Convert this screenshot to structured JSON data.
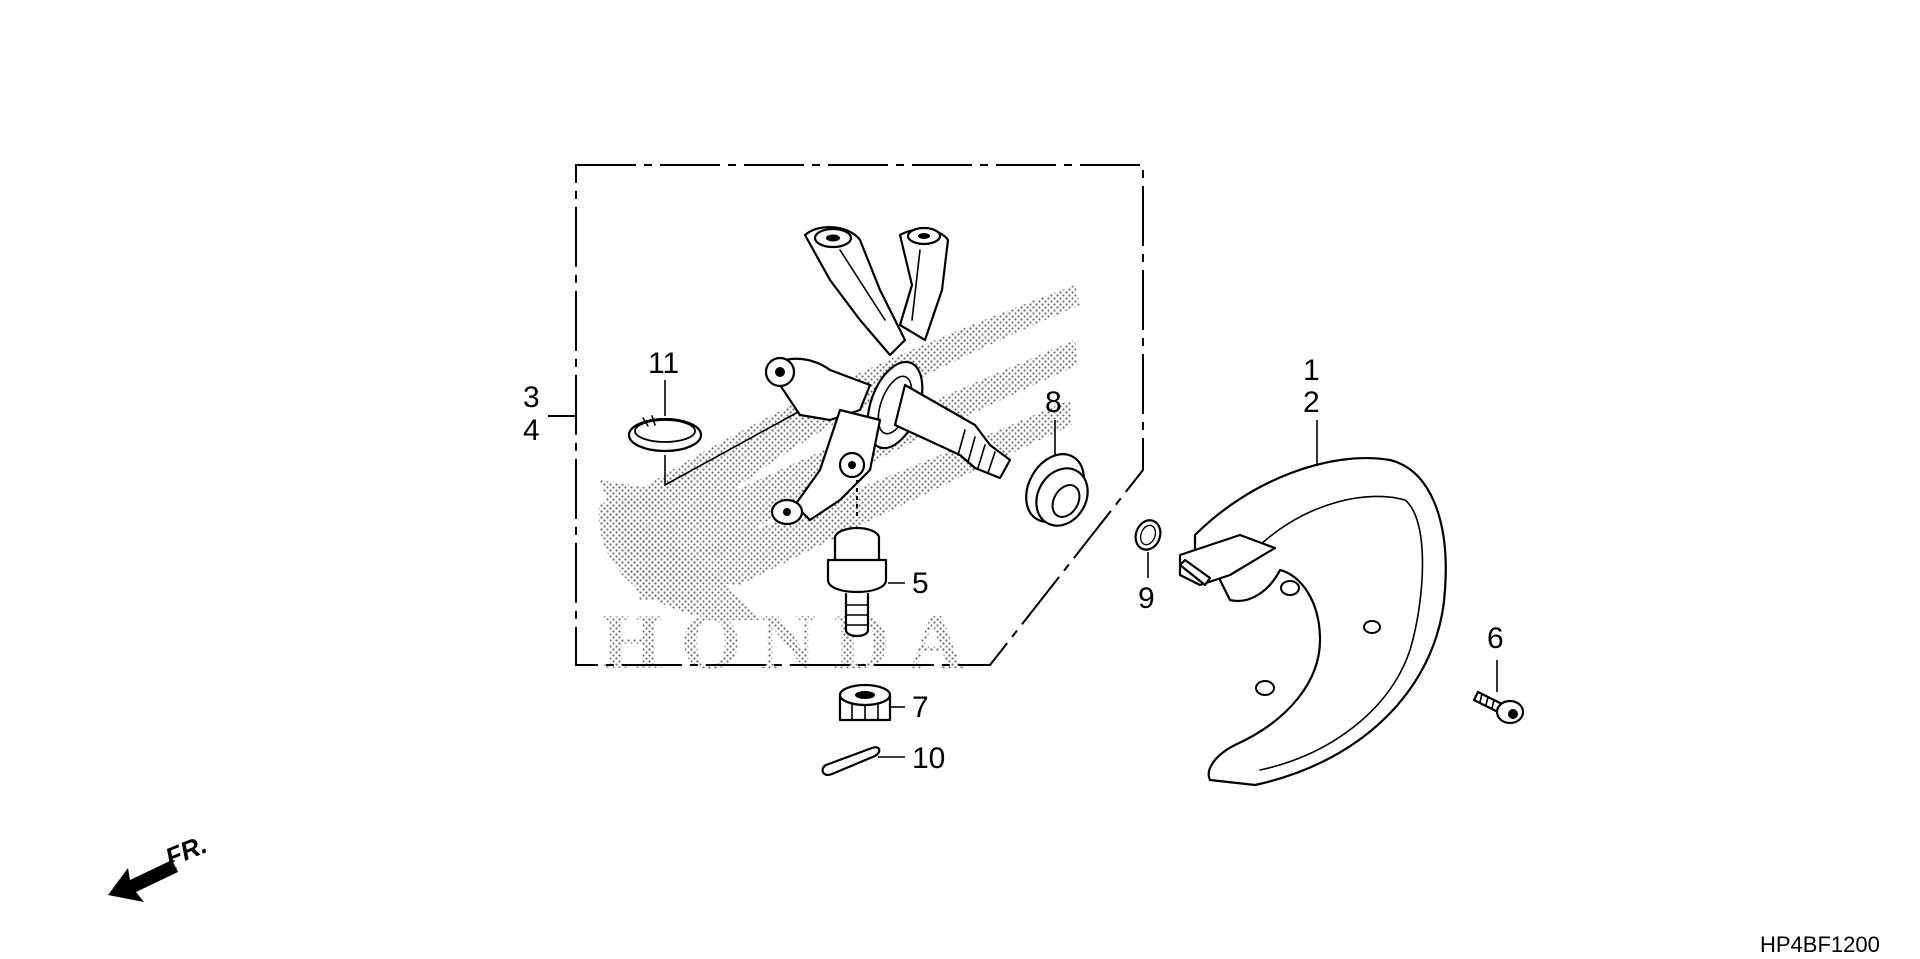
{
  "diagram": {
    "callouts": [
      {
        "id": "1",
        "label": "1"
      },
      {
        "id": "2",
        "label": "2"
      },
      {
        "id": "3",
        "label": "3"
      },
      {
        "id": "4",
        "label": "4"
      },
      {
        "id": "5",
        "label": "5"
      },
      {
        "id": "6",
        "label": "6"
      },
      {
        "id": "7",
        "label": "7"
      },
      {
        "id": "8",
        "label": "8"
      },
      {
        "id": "9",
        "label": "9"
      },
      {
        "id": "10",
        "label": "10"
      },
      {
        "id": "11",
        "label": "11"
      }
    ],
    "direction_label": "FR.",
    "watermark_text": "HONDA",
    "diagram_code": "HP4BF1200"
  }
}
